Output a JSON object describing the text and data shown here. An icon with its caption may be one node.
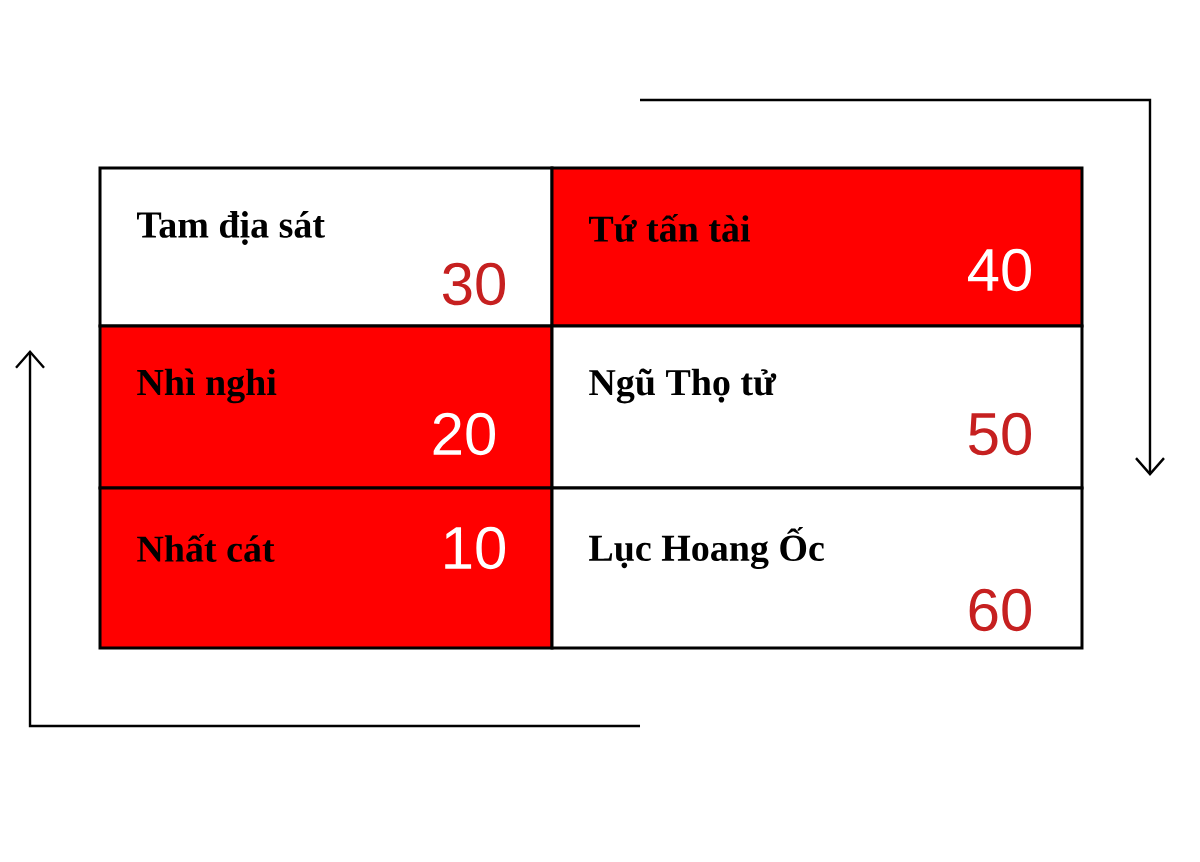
{
  "diagram": {
    "nodes": [
      {
        "text": [
          "Tam địa sát",
          "30"
        ]
      },
      {
        "text": [
          "Tứ tấn tài",
          "40"
        ]
      },
      {
        "text": [
          "Nhì nghi",
          "20"
        ]
      },
      {
        "text": [
          "Ngũ Thọ tử",
          "50"
        ]
      },
      {
        "text": [
          "Nhất cát",
          "10"
        ]
      },
      {
        "text": [
          "Lục Hoang Ốc",
          "60"
        ]
      }
    ]
  }
}
